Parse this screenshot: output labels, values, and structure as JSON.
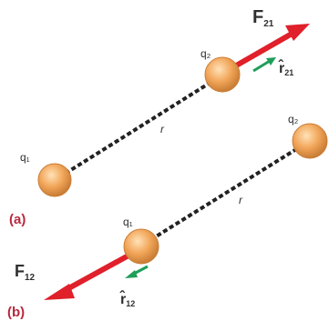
{
  "panel_a": {
    "label": "(a)",
    "charge1_label": "q₁",
    "charge2_label": "q₂",
    "distance_label": "r",
    "force_label": "F",
    "force_subscript": "21",
    "unit_vector_label": "r̂",
    "unit_vector_subscript": "21"
  },
  "panel_b": {
    "label": "(b)",
    "charge1_label": "q₁",
    "charge2_label": "q₂",
    "distance_label": "r",
    "force_label": "F",
    "force_subscript": "12",
    "unit_vector_label": "r̂",
    "unit_vector_subscript": "12"
  },
  "colors": {
    "charge_fill": "#f2a65a",
    "charge_stroke": "#c97d35",
    "force_arrow": "#e0202a",
    "unit_arrow": "#1f9e5a",
    "dashed_line": "#222222",
    "panel_label": "#b8283e"
  }
}
